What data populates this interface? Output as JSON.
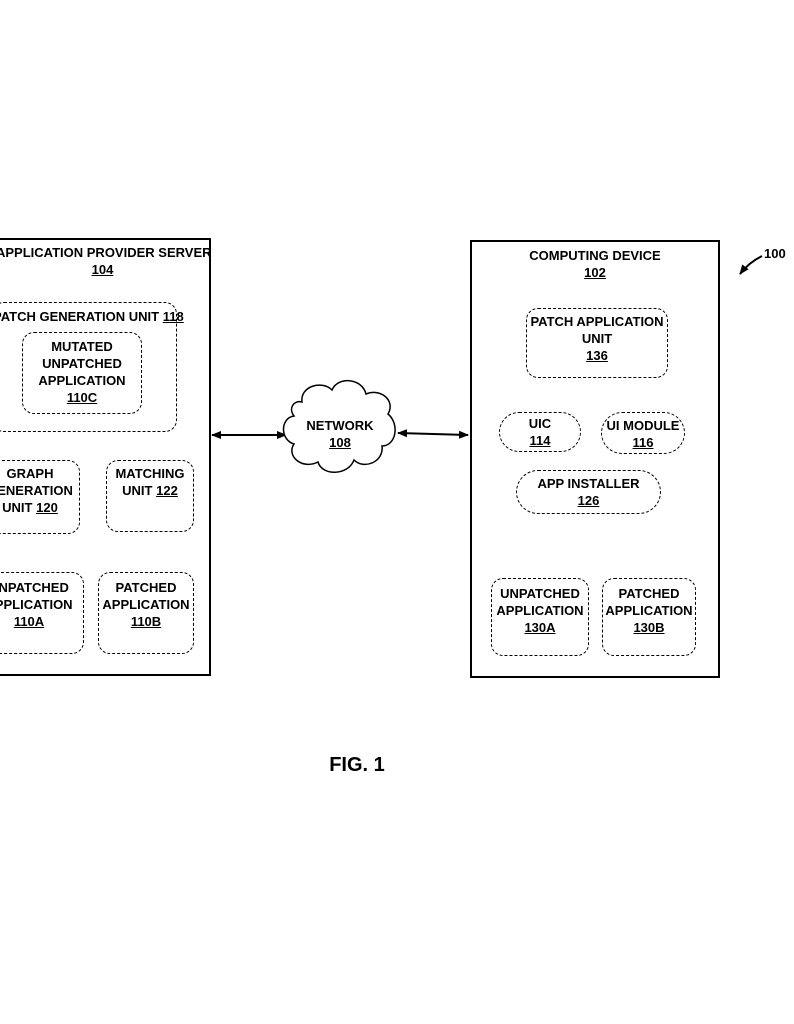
{
  "server": {
    "title": "APPLICATION PROVIDER SERVER",
    "ref": "104",
    "patch_gen": {
      "label": "PATCH GENERATION UNIT",
      "ref": "118"
    },
    "mutated": {
      "line1": "MUTATED",
      "line2": "UNPATCHED",
      "line3": "APPLICATION",
      "ref": "110C"
    },
    "graph": {
      "line1": "GRAPH",
      "line2": "GENERATION",
      "line3": "UNIT",
      "ref": "120"
    },
    "matching": {
      "line1": "MATCHING",
      "line2": "UNIT",
      "ref": "122"
    },
    "unpatched": {
      "line1": "UNPATCHED",
      "line2": "APPLICATION",
      "ref": "110A"
    },
    "patched": {
      "line1": "PATCHED",
      "line2": "APPLICATION",
      "ref": "110B"
    }
  },
  "network": {
    "label": "NETWORK",
    "ref": "108"
  },
  "device": {
    "title": "COMPUTING DEVICE",
    "ref": "102",
    "patch_app": {
      "line1": "PATCH APPLICATION",
      "line2": "UNIT",
      "ref": "136"
    },
    "uic": {
      "label": "UIC",
      "ref": "114"
    },
    "ui_module": {
      "label": "UI MODULE",
      "ref": "116"
    },
    "installer": {
      "label": "APP INSTALLER",
      "ref": "126"
    },
    "unpatched": {
      "line1": "UNPATCHED",
      "line2": "APPLICATION",
      "ref": "130A"
    },
    "patched": {
      "line1": "PATCHED",
      "line2": "APPLICATION",
      "ref": "130B"
    }
  },
  "system_ref": "100",
  "figure_label": "FIG. 1"
}
